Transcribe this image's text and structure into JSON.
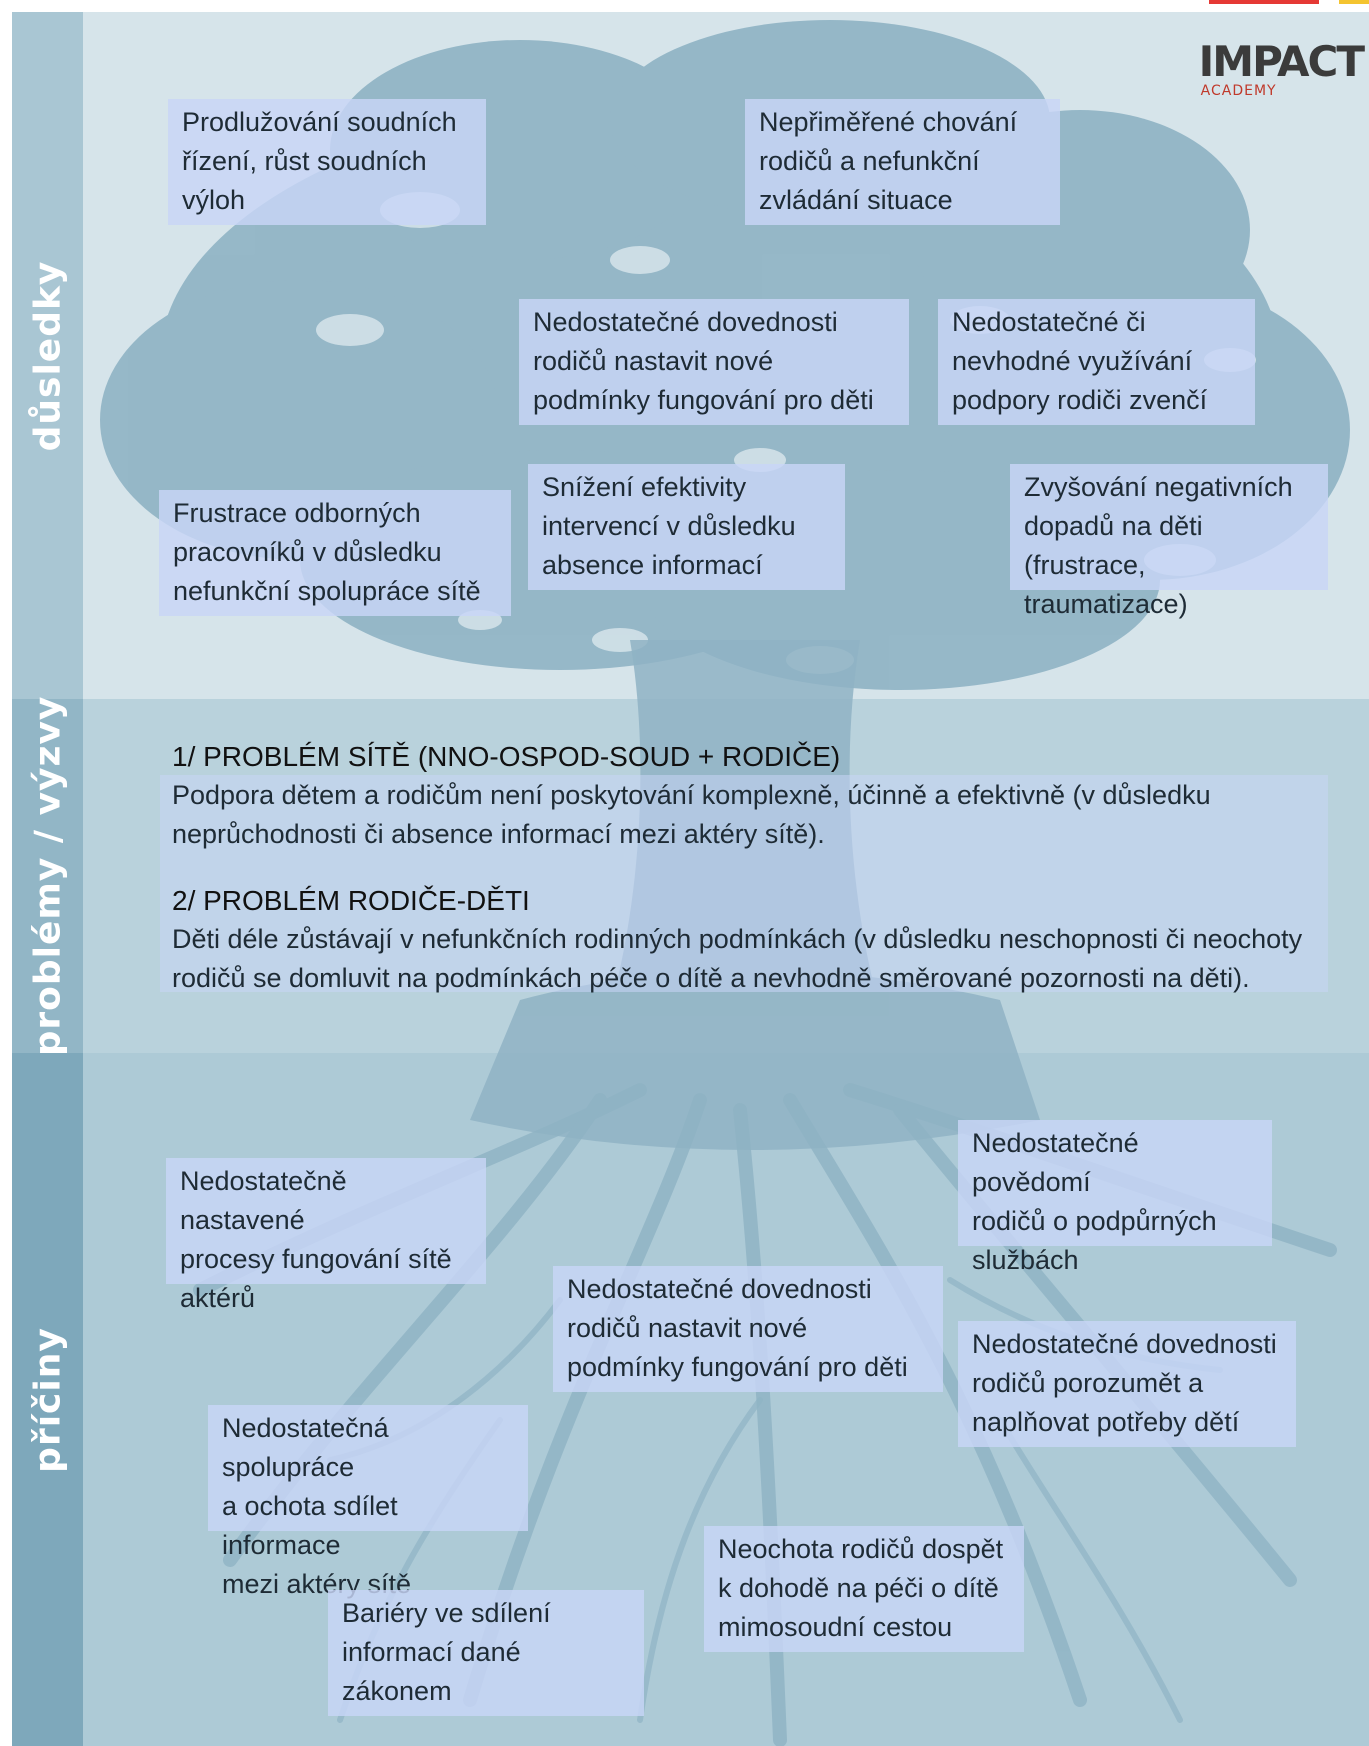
{
  "side_labels": {
    "top": "důsledky",
    "middle": "problémy / výzvy",
    "bottom": "příčiny"
  },
  "logo": {
    "main": "IMPACT",
    "sub": "ACADEMY"
  },
  "consequences": [
    "Prodlužování soudních\nřízení, růst soudních\nvýloh",
    "Nepřiměřené chování\nrodičů a nefunkční\nzvládání situace",
    "Nedostatečné dovednosti\nrodičů nastavit nové\npodmínky fungování pro děti",
    "Nedostatečné či\nnevhodné využívání\npodpory rodiči zvenčí",
    "Snížení efektivity\nintervencí v důsledku\nabsence informací",
    "Frustrace odborných\npracovníků v důsledku\nnefunkční spolupráce sítě",
    "Zvyšování negativních\ndopadů na děti (frustrace,\ntraumatizace)"
  ],
  "problems": [
    {
      "heading": "1/ PROBLÉM SÍTĚ (NNO-OSPOD-SOUD + RODIČE)",
      "text": "Podpora dětem a rodičům není poskytování komplexně, účinně a efektivně (v důsledku neprůchodnosti či absence informací mezi aktéry sítě)."
    },
    {
      "heading": "2/ PROBLÉM RODIČE-DĚTI",
      "text": "Děti déle zůstávají v nefunkčních rodinných podmínkách (v důsledku neschopnosti či neochoty rodičů se domluvit na podmínkách péče o dítě a nevhodně směrované pozornosti na děti)."
    }
  ],
  "causes": [
    "Nedostatečně nastavené\nprocesy fungování sítě\naktérů",
    "Nedostatečné povědomí\nrodičů o podpůrných\nslužbách",
    "Nedostatečné dovednosti\nrodičů nastavit nové\npodmínky fungování pro děti",
    "Nedostatečné dovednosti\nrodičů porozumět a\nnaplňovat potřeby dětí",
    "Nedostatečná spolupráce\na ochota sdílet informace\nmezi aktéry sítě",
    "Neochota rodičů dospět\nk dohodě na péči o dítě\nmimosoudní cestou",
    "Bariéry ve sdílení\ninformací dané zákonem"
  ],
  "colors": {
    "tree": "#8fb3c4",
    "box": "#c8d6f6",
    "side_top": "#a9c6d3",
    "side_mid": "#92b6c6",
    "side_bot": "#7ea8bb"
  }
}
